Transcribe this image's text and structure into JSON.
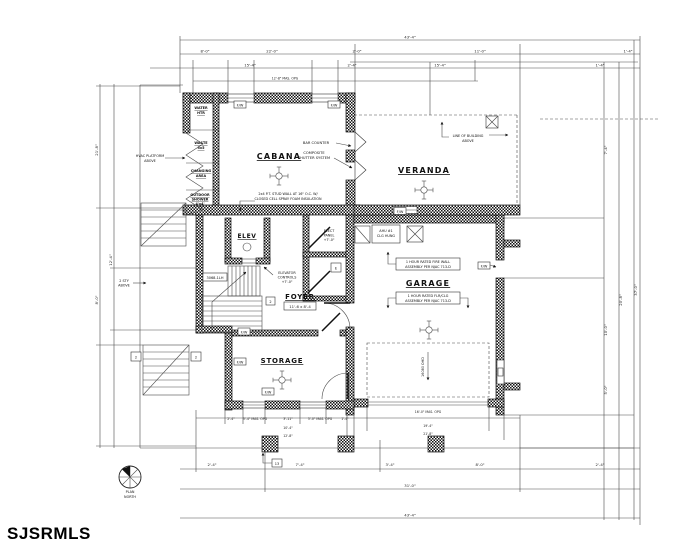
{
  "watermark": "SJSRMLS",
  "compass": {
    "l1": "PLAN",
    "l2": "NORTH"
  },
  "rooms": {
    "cabana": "CABANA",
    "veranda": "VERANDA",
    "garage": "GARAGE",
    "foyer": "FOYER",
    "foyer_dim": "11'-6 x 8'-4",
    "storage": "STORAGE",
    "elev": "ELEV",
    "left_wing": {
      "r1a": "WATER",
      "r1b": "HTR",
      "r2a": "WASTE",
      "r2b": "3x5",
      "r3a": "CHANGING",
      "r3b": "AREA",
      "r4a": "OUTDOOR",
      "r4b": "SHOWER",
      "r4c": "4'x4'"
    }
  },
  "annotations": {
    "bar_counter": "BAR COUNTER",
    "shutter1": "COMPOSITE",
    "shutter2": "SHUTTER SYSTEM",
    "stud1": "2x4 P.T. STUD WALL AT 16\" O.C. W/",
    "stud2": "CLOSED CELL SPRAY FOAM INSULATION",
    "hvac1": "HVAC PLATFORM",
    "hvac2": "ABOVE",
    "loba1": "LINE OF BUILDING",
    "loba2": "ABOVE",
    "elevc1": "ELEVATOR",
    "elevc2": "CONTROLS",
    "elevc3": "+7'-0\"",
    "panel1": "ELECT",
    "panel2": "PANEL",
    "panel3": "+7'-0\"",
    "firewall1a": "1 HOUR RATED FIRE WALL",
    "firewall1b": "ASSEMBLY PER NJAC 713-D",
    "firewall2a": "1 HOUR RATED FLR/CLG",
    "firewall2b": "ASSEMBLY PER NJAC 713-D",
    "ahu1": "AHU #1",
    "ahu2": "CLG HUNG",
    "sty1": "2 STY",
    "sty2": "ABOVE",
    "ohd": "16080 OHD"
  },
  "tags": {
    "fw": "F/W",
    "door": "3068-1LH",
    "e": "E",
    "n2": "2",
    "n13": "13"
  },
  "dims": {
    "t_overall": "43'-4\"",
    "t1": "8'-0\"",
    "t2": "22'-0\"",
    "t3": "2'-0\"",
    "t4": "11'-0\"",
    "t5": "1'-4\"",
    "t6": "15'-4\"",
    "t7": "2'-4\"",
    "t8": "15'-4\"",
    "t9": "1'-4\"",
    "t10": "12'-8\" MAS. OPG",
    "l1": "21'-8\"",
    "l2": "8'-0\"",
    "l3": "12'-4\"",
    "r1": "7'-4\"",
    "r2": "10'-0\"",
    "r3": "5'-0\"",
    "r4": "20'-8\"",
    "r5": "37'-0\"",
    "b1": "2'-4\"",
    "b2": "3'-4\" MAS. OPG",
    "b3": "3'-11\"",
    "b4": "3'-0\" MAS. OPG",
    "b5": "1'-4\"",
    "b6": "10'-4\"",
    "b7": "12'-8\"",
    "g1": "16'-0\" MAS. OPG",
    "g2": "19'-4\"",
    "g3": "21'-8\"",
    "p1": "2'-4\"",
    "p2": "7'-4\"",
    "p3": "3'-4\"",
    "p4": "8'-0\"",
    "p5": "2'-4\"",
    "bt_mid": "31'-0\"",
    "bt_overall": "43'-4\""
  }
}
